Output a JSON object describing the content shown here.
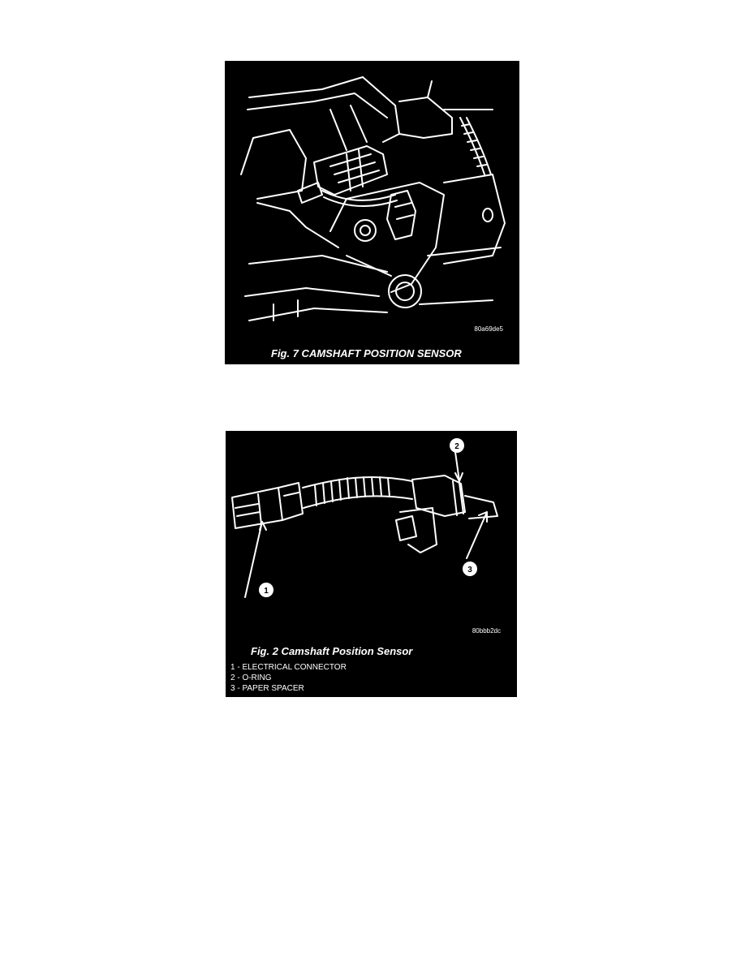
{
  "figures": [
    {
      "id": "fig7",
      "code": "80a69de5",
      "caption": "Fig. 7 CAMSHAFT POSITION SENSOR"
    },
    {
      "id": "fig2",
      "code": "80bbb2dc",
      "caption": "Fig. 2 Camshaft Position Sensor",
      "callouts": [
        "1",
        "2",
        "3"
      ],
      "legend": [
        "1 - ELECTRICAL CONNECTOR",
        "2 - O-RING",
        "3 - PAPER SPACER"
      ]
    }
  ],
  "colors": {
    "background": "#000000",
    "line": "#ffffff",
    "page": "#ffffff"
  }
}
